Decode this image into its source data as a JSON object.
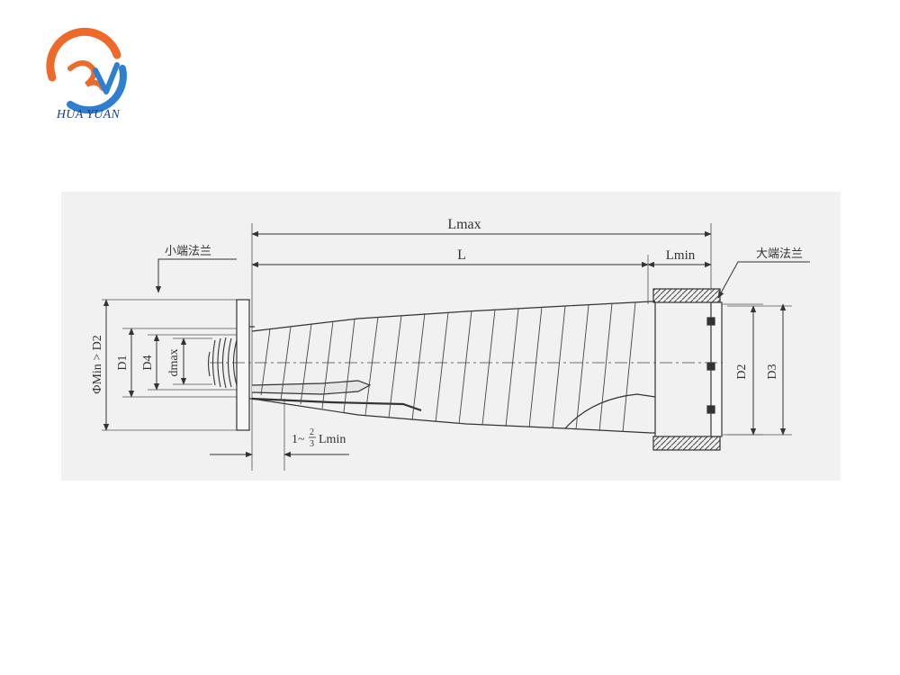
{
  "brand": {
    "name": "HUA YUAN",
    "logo_colors": {
      "orange": "#ee6a2b",
      "blue": "#2f7fd0"
    }
  },
  "drawing": {
    "labels": {
      "lmax": "Lmax",
      "l": "L",
      "lmin": "Lmin",
      "small_flange": "小端法兰",
      "large_flange": "大端法兰",
      "phi_min": "ΦMin > D2",
      "d1": "D1",
      "d4": "D4",
      "dmax": "dmax",
      "d2": "D2",
      "d3": "D3",
      "fraction_prefix": "1~",
      "fraction_num": "2",
      "fraction_den": "3",
      "fraction_suffix": "Lmin"
    }
  }
}
